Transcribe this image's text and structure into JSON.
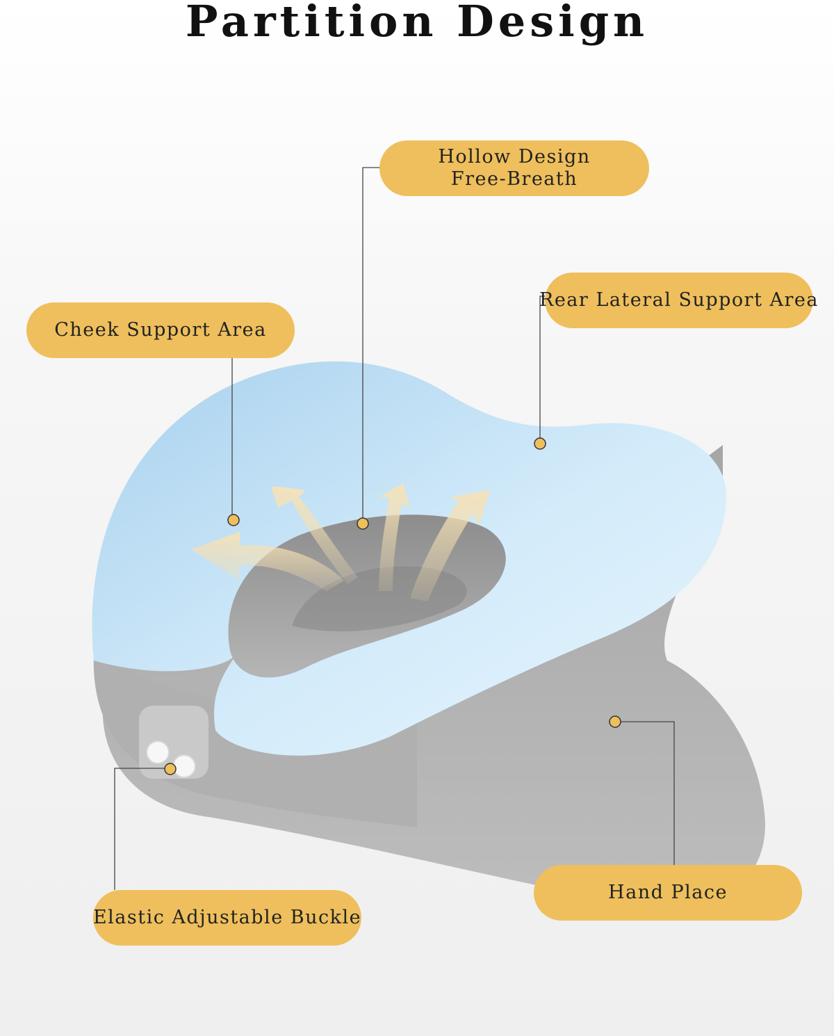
{
  "title": "Partition Design",
  "labels": {
    "hollow_line1": "Hollow Design",
    "hollow_line2": "Free-Breath",
    "rear": "Rear Lateral Support Area",
    "cheek": "Cheek Support Area",
    "hand": "Hand Place",
    "buckle": "Elastic Adjustable Buckle"
  },
  "colors": {
    "label_bg": "#eebf5c",
    "pillow_top": "#cde7f7",
    "pillow_base": "#a9a9a9",
    "arrow": "#f1d8a4"
  }
}
